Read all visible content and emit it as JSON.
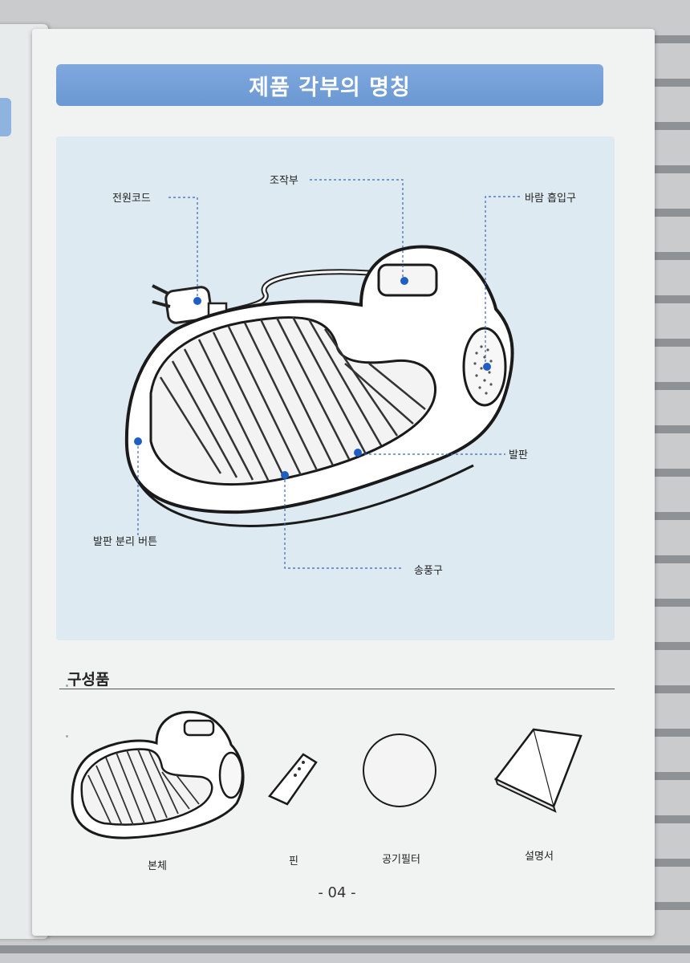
{
  "section_title": "제품 각부의 명칭",
  "parts": {
    "power_cord": "전원코드",
    "control_panel": "조작부",
    "air_intake": "바람 흡입구",
    "footrest": "발판",
    "footrest_release_button": "발판 분리 버튼",
    "air_outlet": "송풍구"
  },
  "components": {
    "heading": "구성품",
    "items": [
      {
        "label": "본체",
        "icon": "main-body-icon"
      },
      {
        "label": "핀",
        "icon": "pin-icon"
      },
      {
        "label": "공기필터",
        "icon": "air-filter-icon"
      },
      {
        "label": "설명서",
        "icon": "manual-icon"
      }
    ]
  },
  "page_number": "- 04 -",
  "colors": {
    "banner": "#6b98d3",
    "diagram_background": "#deeaf1",
    "callout_dot": "#1f5fc4",
    "page": "#f1f3f2"
  }
}
